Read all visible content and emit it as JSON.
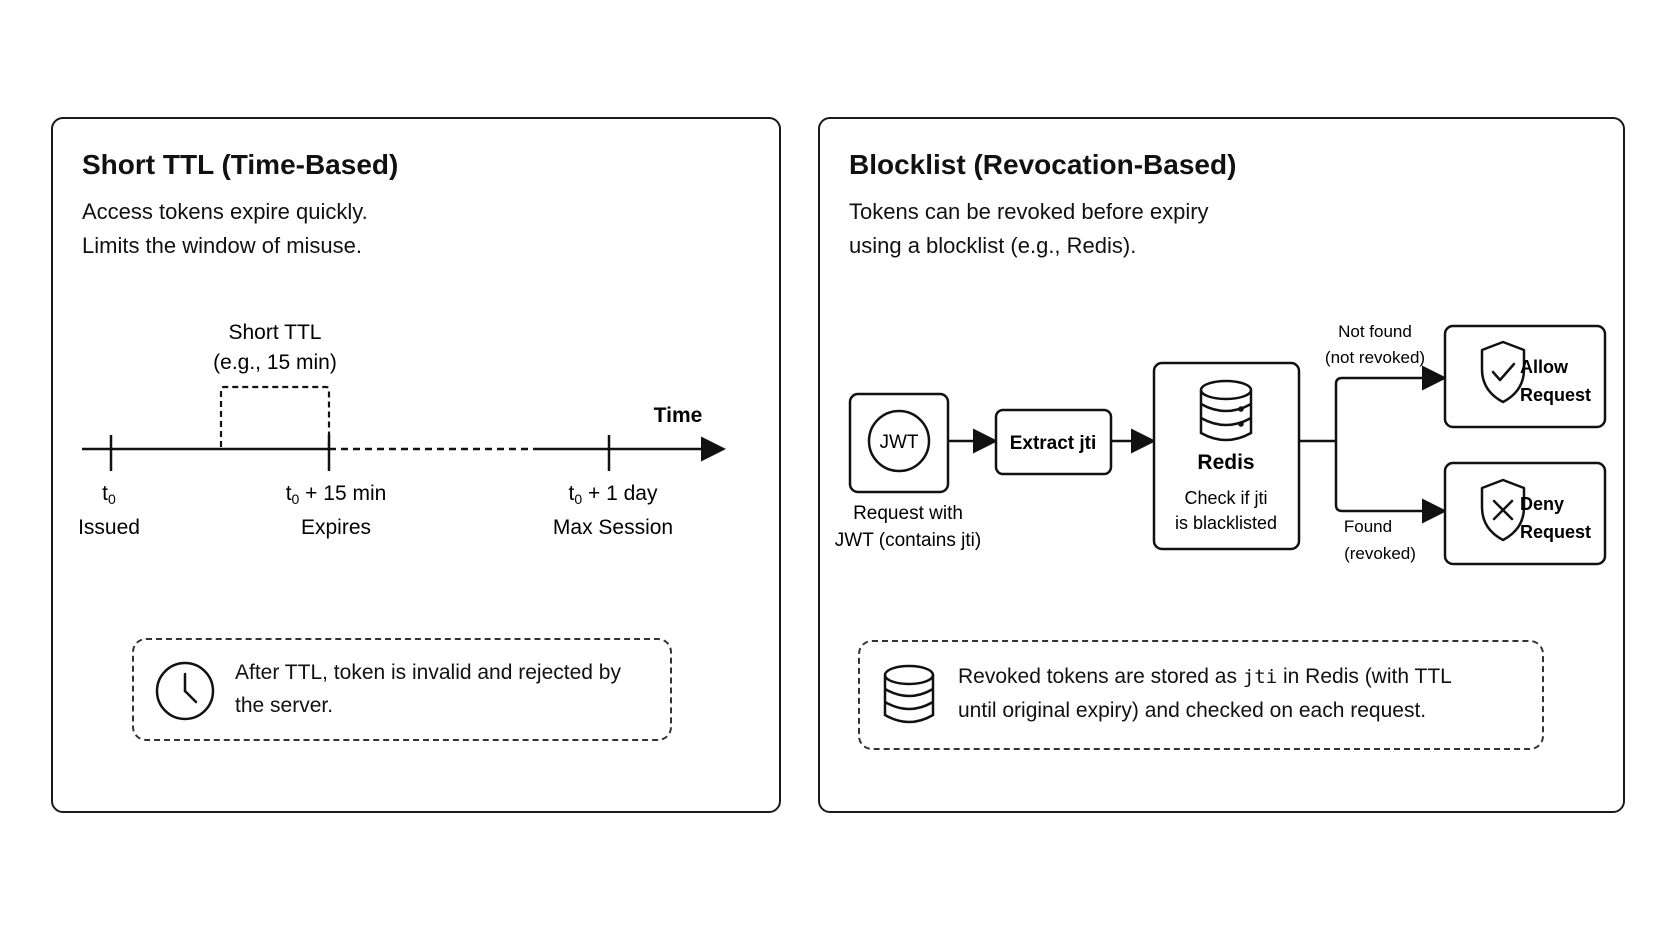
{
  "left_panel": {
    "title": "Short TTL (Time-Based)",
    "desc_line1": "Access tokens expire quickly.",
    "desc_line2": "Limits the window of misuse.",
    "timeline": {
      "axis_label": "Time",
      "ttl_label_line1": "Short TTL",
      "ttl_label_line2": "(e.g., 15 min)",
      "ticks": [
        {
          "t_main": "t",
          "t_sub": "0",
          "t_rest": "",
          "caption": "Issued"
        },
        {
          "t_main": "t",
          "t_sub": "0",
          "t_rest": " + 15 min",
          "caption": "Expires"
        },
        {
          "t_main": "t",
          "t_sub": "0",
          "t_rest": " + 1 day",
          "caption": "Max Session"
        }
      ]
    },
    "note": {
      "icon": "clock-icon",
      "text": "After TTL, token is invalid and rejected by the server."
    }
  },
  "right_panel": {
    "title": "Blocklist (Revocation-Based)",
    "desc_line1": "Tokens can be revoked before expiry",
    "desc_line2": "using a blocklist (e.g., Redis).",
    "flow": {
      "jwt_label": "JWT",
      "jwt_caption_line1": "Request with",
      "jwt_caption_line2": "JWT (contains jti)",
      "extract_label": "Extract jti",
      "redis_title": "Redis",
      "redis_caption_line1": "Check if jti",
      "redis_caption_line2": "is blacklisted",
      "branch_top_line1": "Not found",
      "branch_top_line2": "(not revoked)",
      "branch_bottom_line1": "Found",
      "branch_bottom_line2": "(revoked)",
      "allow_line1": "Allow",
      "allow_line2": "Request",
      "deny_line1": "Deny",
      "deny_line2": "Request"
    },
    "note": {
      "icon": "database-icon",
      "text_before": "Revoked tokens are stored as ",
      "code": "jti",
      "text_line1_after": " in Redis (with TTL",
      "text_line2": "until original expiry) and checked on each request."
    }
  }
}
